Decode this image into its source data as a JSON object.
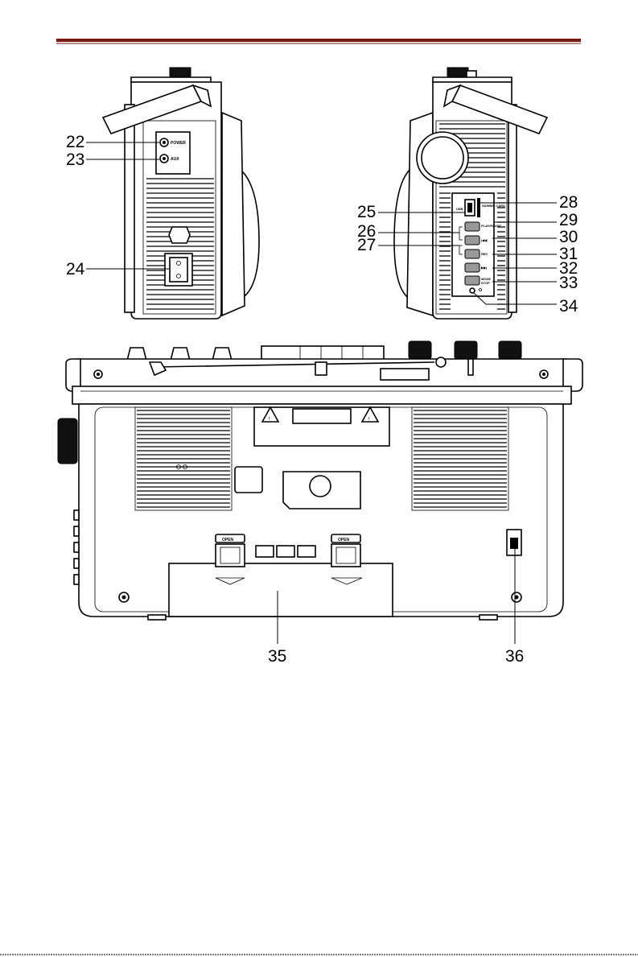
{
  "header": {
    "rule_color": "#7a1a12"
  },
  "callouts": {
    "c22": "22",
    "c23": "23",
    "c24": "24",
    "c25": "25",
    "c26": "26",
    "c27": "27",
    "c28": "28",
    "c29": "29",
    "c30": "30",
    "c31": "31",
    "c32": "32",
    "c33": "33",
    "c34": "34",
    "c35": "35",
    "c36": "36"
  },
  "left_panel": {
    "power_label": "POWER",
    "aux_label": "AUX"
  },
  "right_panel": {
    "usb_label": "USB",
    "card_label": "SD/MMC CARD",
    "play_label": "PLAY/PAUSE",
    "rec_label": "REC",
    "prev_label": "|◀◀",
    "next_label": "▶▶|",
    "stop_label": "STOP",
    "mode_label": "MODE"
  },
  "bottom_view": {
    "open_left": "OPEN",
    "open_right": "OPEN"
  }
}
